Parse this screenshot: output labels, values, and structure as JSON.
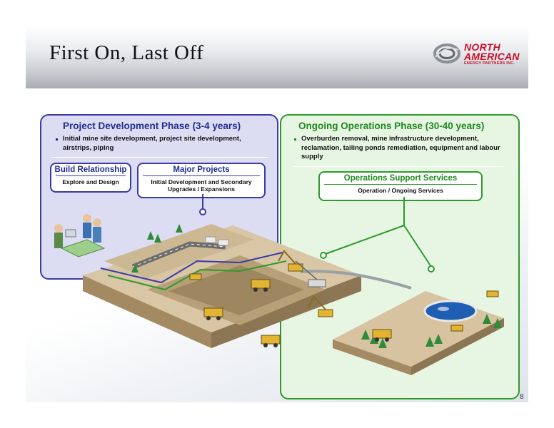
{
  "slide": {
    "title": "First On, Last Off",
    "page_number": "8"
  },
  "logo": {
    "name_line1": "NORTH",
    "name_line2": "AMERICAN",
    "tagline": "ENERGY PARTNERS INC.",
    "color": "#c8102e"
  },
  "development_phase": {
    "title": "Project Development Phase (3-4 years)",
    "bullet": "Initial mine site development, project site development,  airstrips, piping",
    "accent_color": "#3a3aa8",
    "boxes": [
      {
        "title": "Build Relationship",
        "subtitle": "Explore and Design"
      },
      {
        "title": "Major Projects",
        "subtitle": "Initial Development and Secondary Upgrades / Expansions"
      }
    ]
  },
  "operations_phase": {
    "title": "Ongoing Operations Phase (30-40 years)",
    "bullet": "Overburden removal, mine infrastructure development, reclamation, tailing ponds remediation, equipment and labour supply",
    "accent_color": "#2e9a2e",
    "box": {
      "title": "Operations Support Services",
      "subtitle": "Operation / Ongoing Services"
    }
  },
  "illustration": {
    "description_icons": [
      "people-at-table-icon",
      "mine-site-illustration",
      "tailings-pond-icon"
    ]
  }
}
